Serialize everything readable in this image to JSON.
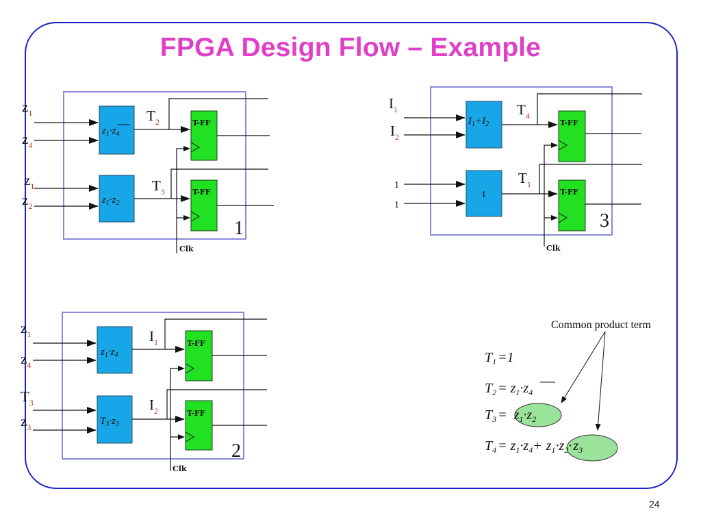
{
  "slide": {
    "title": "FPGA Design Flow – Example",
    "page_number": "24"
  },
  "diagram1": {
    "number": "1",
    "inputs": [
      {
        "main": "z",
        "sub": "1"
      },
      {
        "main": "z",
        "sub": "4"
      },
      {
        "main": "z",
        "sub": "1"
      },
      {
        "main": "z",
        "sub": "2"
      }
    ],
    "gate1": {
      "a": "z",
      "as": "1",
      "dot": "·",
      "b": "z",
      "bs": "4",
      "b_overbar": true
    },
    "gate2": {
      "a": "z",
      "as": "1",
      "dot": "·",
      "b": "z",
      "bs": "2"
    },
    "signal1": {
      "main": "T",
      "sub": "2"
    },
    "signal2": {
      "main": "T",
      "sub": "3"
    },
    "ff_label": "T-FF",
    "clock": "Clk"
  },
  "diagram2": {
    "number": "2",
    "inputs": [
      {
        "main": "z",
        "sub": "1"
      },
      {
        "main": "z",
        "sub": "4"
      },
      {
        "main": "T",
        "sub": "3"
      },
      {
        "main": "z",
        "sub": "3"
      }
    ],
    "gate1": {
      "a": "z",
      "as": "1",
      "dot": "·",
      "b": "z",
      "bs": "4"
    },
    "gate2": {
      "a": "T",
      "as": "3",
      "dot": "·",
      "b": "z",
      "bs": "3"
    },
    "signal1": {
      "main": "I",
      "sub": "1"
    },
    "signal2": {
      "main": "I",
      "sub": "2"
    },
    "ff_label": "T-FF",
    "clock": "Clk"
  },
  "diagram3": {
    "number": "3",
    "inputs": [
      {
        "main": "I",
        "sub": "1"
      },
      {
        "main": "I",
        "sub": "2"
      },
      {
        "main": "1",
        "sub": ""
      },
      {
        "main": "1",
        "sub": ""
      }
    ],
    "gate1": {
      "a": "I",
      "as": "1",
      "op": "+",
      "b": "I",
      "bs": "2"
    },
    "gate2": {
      "text": "1"
    },
    "signal1": {
      "main": "T",
      "sub": "4"
    },
    "signal2": {
      "main": "T",
      "sub": "1"
    },
    "ff_label": "T-FF",
    "clock": "Clk"
  },
  "equations": {
    "callout": "Common product term",
    "eq1": {
      "lhs": "T",
      "lhs_sub": "1",
      "eq": "=",
      "rhs": "1"
    },
    "eq2": {
      "lhs": "T",
      "lhs_sub": "2",
      "eq": "=",
      "a": "z",
      "as": "1",
      "dot": "·",
      "b": "z",
      "bs": "4"
    },
    "eq3": {
      "lhs": "T",
      "lhs_sub": "3",
      "eq": "=",
      "a": "z",
      "as": "1",
      "dot": "·",
      "b": "z",
      "bs": "2"
    },
    "eq4": {
      "lhs": "T",
      "lhs_sub": "4",
      "eq": "=",
      "a": "z",
      "as": "1",
      "dot": "·",
      "b": "z",
      "bs": "4",
      "plus": "+",
      "c": "z",
      "cs": "1",
      "dot2": "·",
      "d": "z",
      "ds": "2",
      "dot3": "·",
      "e": "z",
      "es": "3"
    }
  },
  "colors": {
    "title": "#e040c8",
    "frame": "#1a22c8",
    "gate_fill": "#17a7e8",
    "ff_fill": "#22e022",
    "product_term_fill": "#9be39b",
    "subscript": "#b83a1a"
  }
}
